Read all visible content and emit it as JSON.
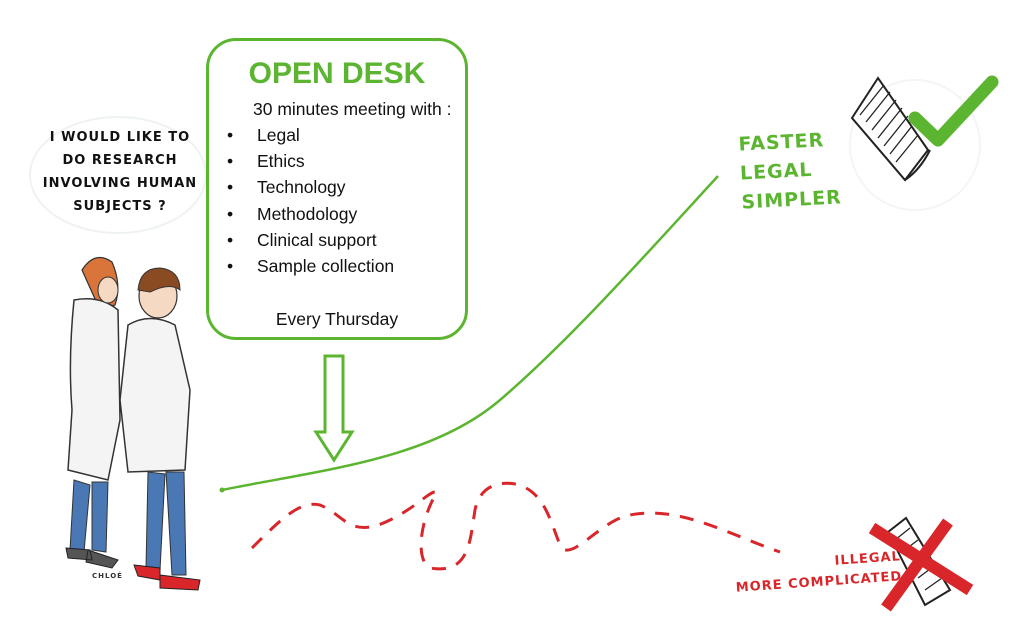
{
  "open_desk": {
    "title": "OPEN DESK",
    "intro": "30 minutes meeting with :",
    "bullet": "•",
    "items": [
      "Legal",
      "Ethics",
      "Technology",
      "Methodology",
      "Clinical support",
      "Sample collection"
    ],
    "schedule": "Every Thursday"
  },
  "speech_bubble": {
    "lines": [
      "I WOULD LIKE TO",
      "DO RESEARCH",
      "INVOLVING HUMAN",
      "SUBJECTS ?"
    ]
  },
  "good_path": {
    "labels": [
      "FASTER",
      "LEGAL",
      "SIMPLER"
    ]
  },
  "bad_path": {
    "labels": [
      "ILLEGAL",
      "MORE COMPLICATED"
    ]
  },
  "signature": "CHLOÉ",
  "colors": {
    "green": "#5cb531",
    "red": "#d8262a"
  }
}
